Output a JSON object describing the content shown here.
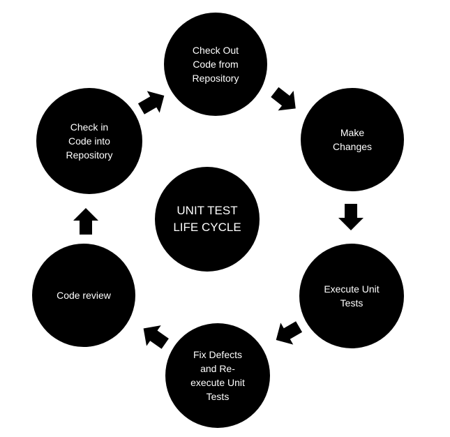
{
  "diagram": {
    "center": {
      "label": "UNIT TEST\nLIFE CYCLE"
    },
    "steps": [
      {
        "label": "Check Out\nCode from\nRepository"
      },
      {
        "label": "Make\nChanges"
      },
      {
        "label": "Execute Unit\nTests"
      },
      {
        "label": "Fix Defects\nand Re-\nexecute Unit\nTests"
      },
      {
        "label": "Code review"
      },
      {
        "label": "Check in\nCode into\nRepository"
      }
    ],
    "colors": {
      "node_fill": "#000000",
      "node_text": "#ffffff",
      "arrow_fill": "#000000",
      "background": "#ffffff"
    },
    "arrow_icon": "block-arrow-icon"
  }
}
